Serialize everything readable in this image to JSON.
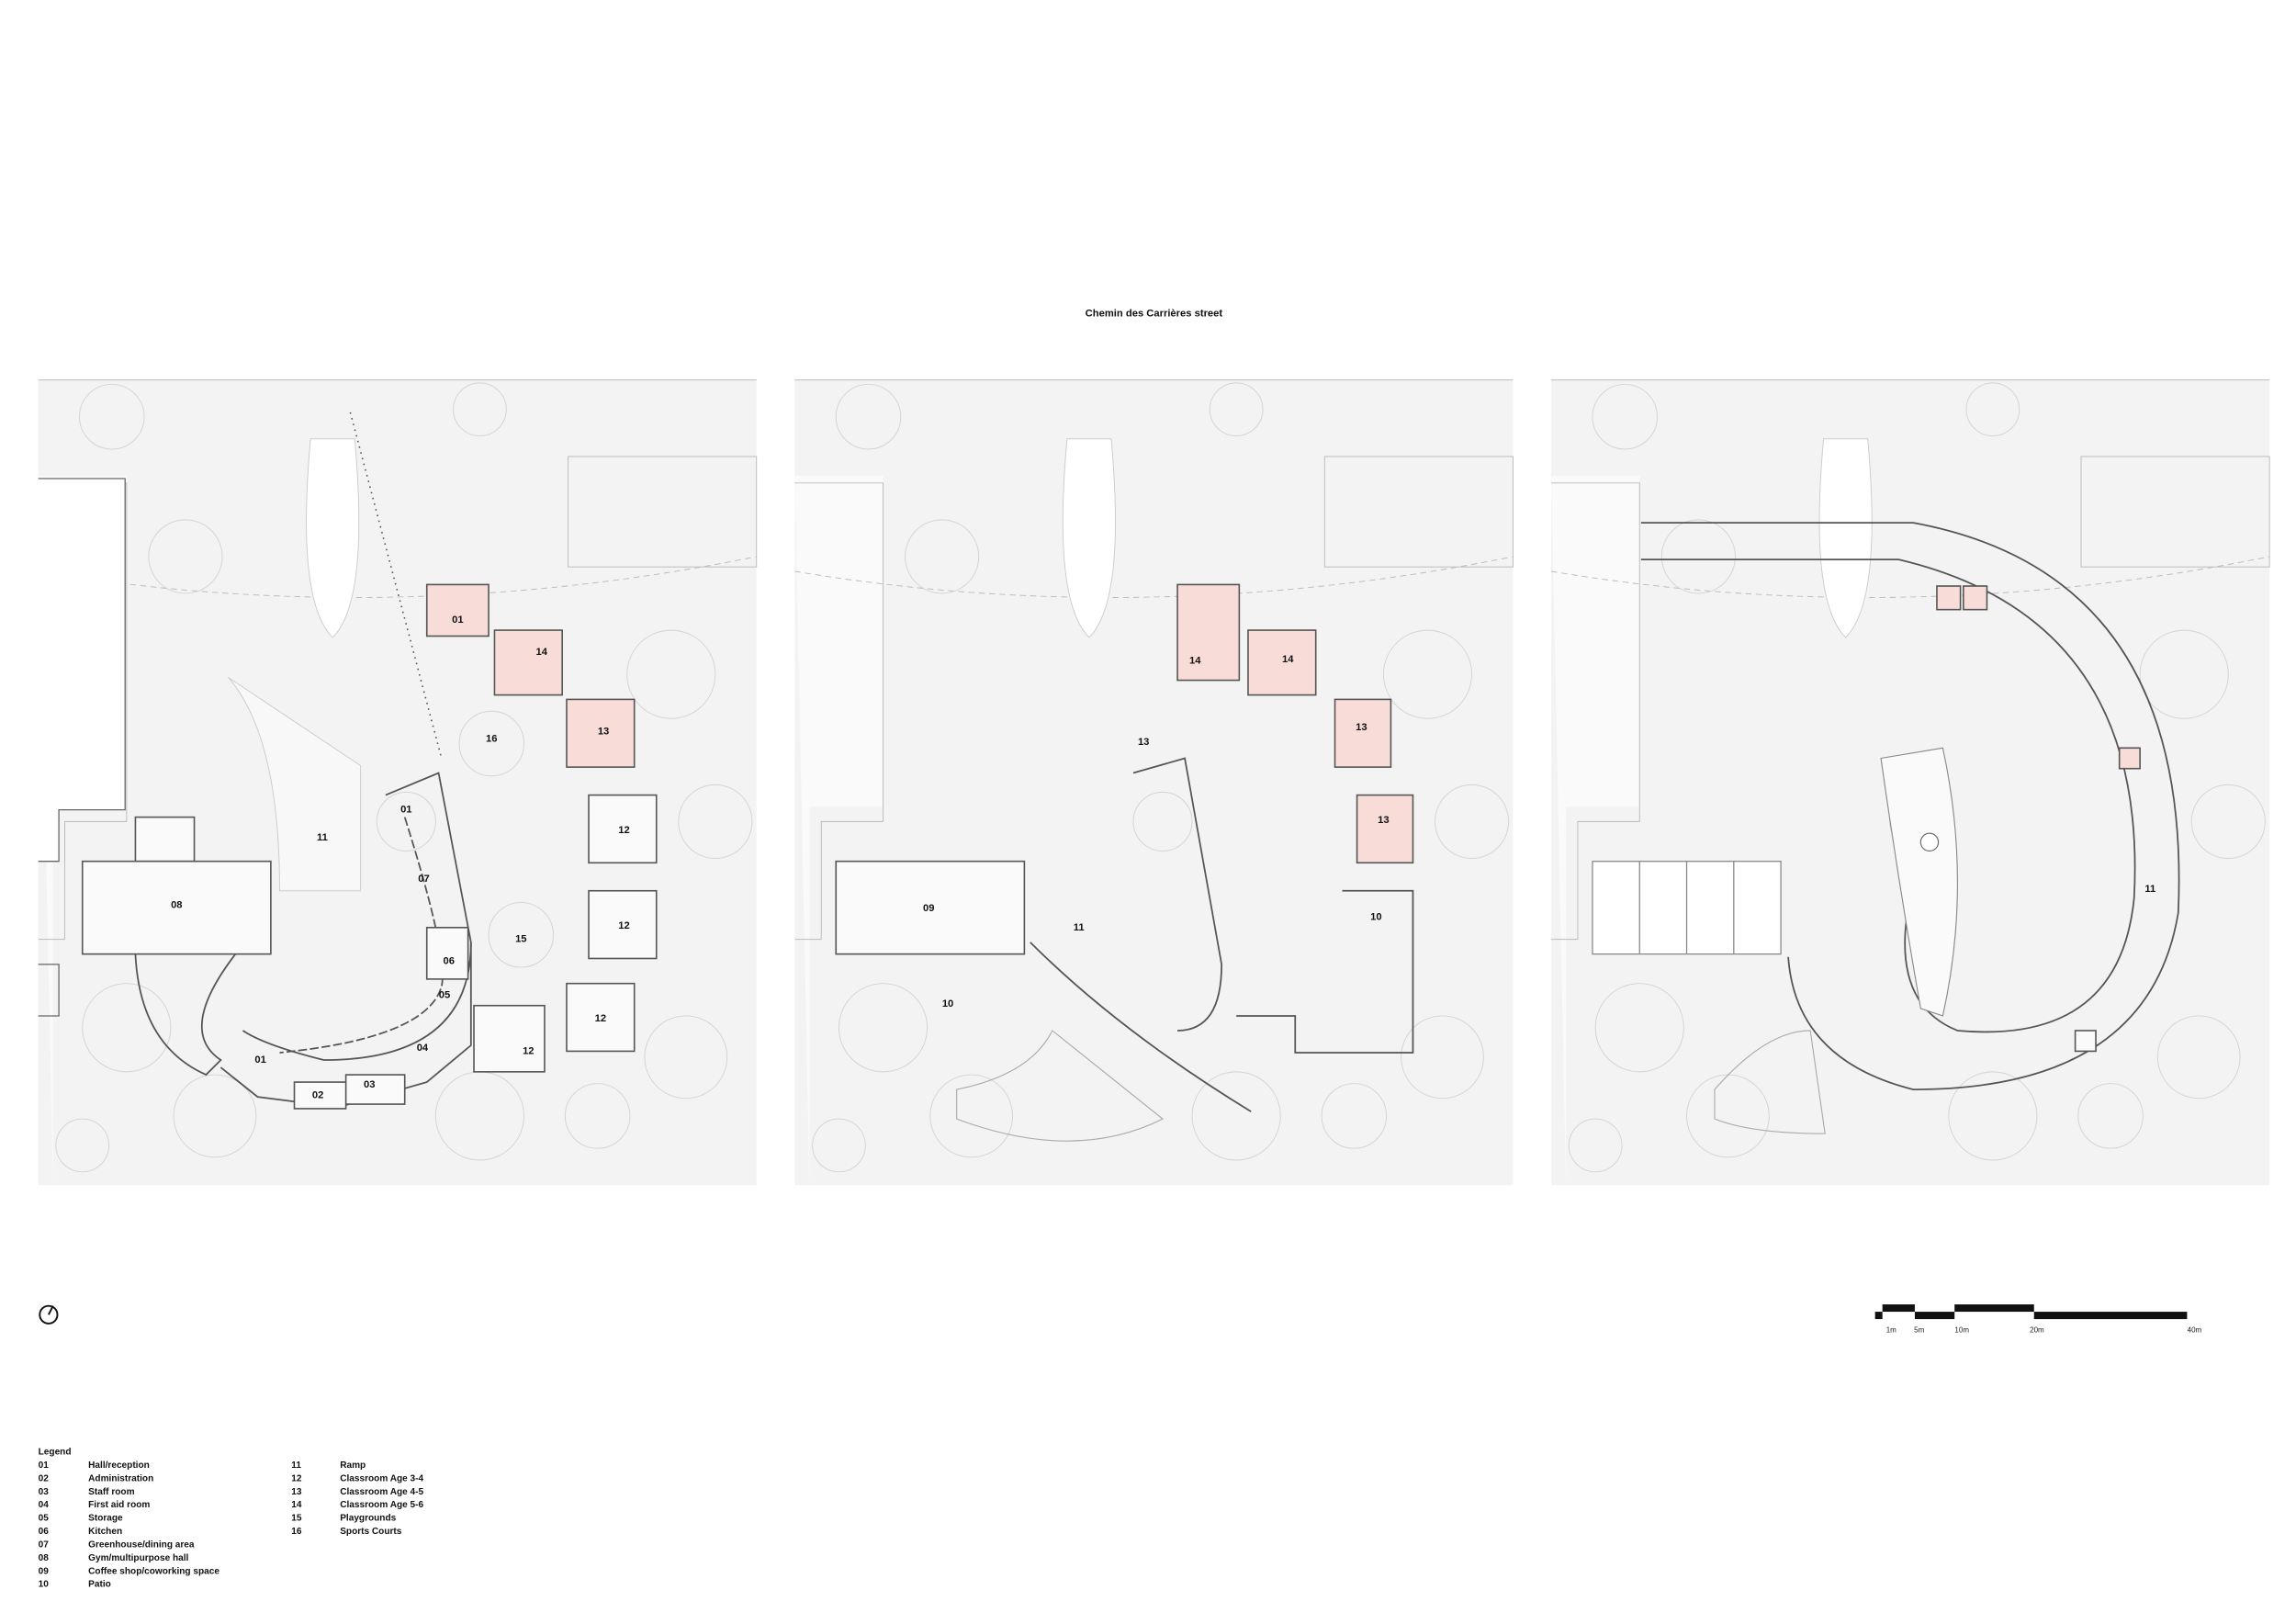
{
  "title": "Chemin des Carrières street",
  "colors": {
    "classroom_fill": "#f7dcd8",
    "site_fill": "#f3f3f3",
    "wall": "#555555"
  },
  "icons": {
    "north": "north-arrow-icon"
  },
  "plans": [
    {
      "rooms": [
        "01",
        "14",
        "13",
        "16",
        "11",
        "01",
        "07",
        "08",
        "12",
        "12",
        "15",
        "06",
        "05",
        "12",
        "04",
        "12",
        "01",
        "02",
        "03"
      ]
    },
    {
      "rooms": [
        "14",
        "14",
        "13",
        "13",
        "13",
        "09",
        "11",
        "10",
        "10"
      ]
    },
    {
      "rooms": [
        "11"
      ]
    }
  ],
  "scale_bar": {
    "ticks": [
      "1m",
      "5m",
      "10m",
      "20m",
      "40m"
    ]
  },
  "legend": {
    "title": "Legend",
    "items": [
      {
        "code": "01",
        "label": "Hall/reception"
      },
      {
        "code": "02",
        "label": "Administration"
      },
      {
        "code": "03",
        "label": "Staff room"
      },
      {
        "code": "04",
        "label": "First aid room"
      },
      {
        "code": "05",
        "label": "Storage"
      },
      {
        "code": "06",
        "label": "Kitchen"
      },
      {
        "code": "07",
        "label": "Greenhouse/dining area"
      },
      {
        "code": "08",
        "label": "Gym/multipurpose hall"
      },
      {
        "code": "09",
        "label": "Coffee shop/coworking space"
      },
      {
        "code": "10",
        "label": "Patio"
      },
      {
        "code": "11",
        "label": "Ramp"
      },
      {
        "code": "12",
        "label": "Classroom Age 3-4"
      },
      {
        "code": "13",
        "label": "Classroom Age 4-5"
      },
      {
        "code": "14",
        "label": "Classroom Age 5-6"
      },
      {
        "code": "15",
        "label": "Playgrounds"
      },
      {
        "code": "16",
        "label": "Sports Courts"
      }
    ]
  }
}
